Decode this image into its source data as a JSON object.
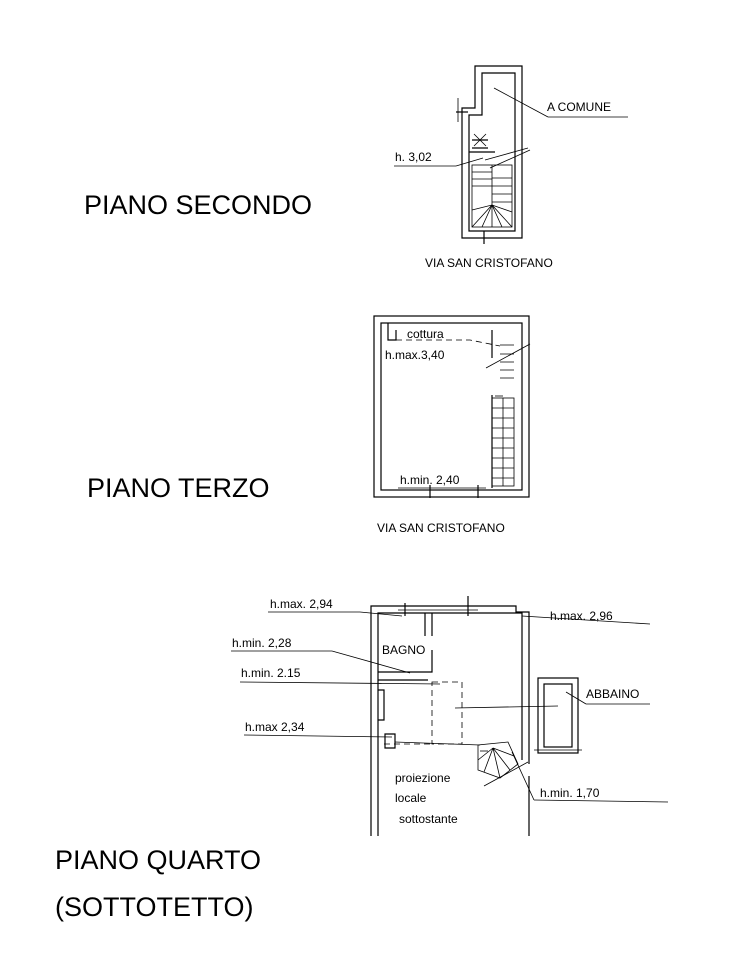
{
  "floors": {
    "second": {
      "title": "PIANO SECONDO",
      "labels": {
        "common": "A COMUNE",
        "height": "h. 3,02",
        "street": "VIA SAN CRISTOFANO"
      }
    },
    "third": {
      "title": "PIANO TERZO",
      "labels": {
        "cooking": "cottura",
        "hmax": "h.max.3,40",
        "hmin": "h.min. 2,40",
        "street": "VIA SAN CRISTOFANO"
      }
    },
    "fourth": {
      "title_line1": "PIANO QUARTO",
      "title_line2": "(SOTTOTETTO)",
      "labels": {
        "hmax_294": "h.max. 2,94",
        "hmax_296": "h.max. 2,96",
        "hmin_228": "h.min. 2,28",
        "bathroom": "BAGNO",
        "hmin_215": "h.min. 2.15",
        "dormer": "ABBAINO",
        "hmax_234": "h.max 2,34",
        "proj1": "proiezione",
        "proj2": "locale",
        "proj3": "sottostante",
        "hmin_170": "h.min. 1,70"
      }
    }
  }
}
